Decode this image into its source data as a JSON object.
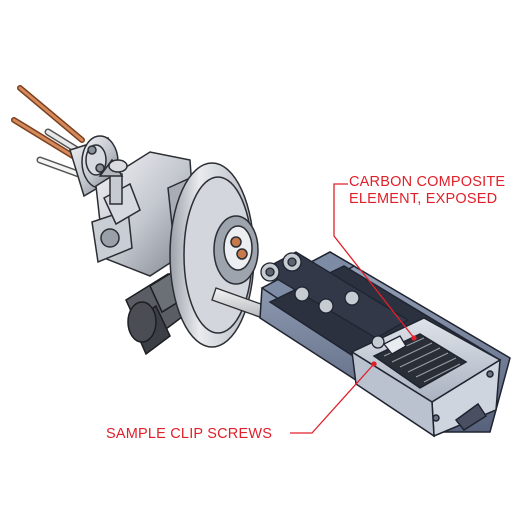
{
  "callouts": {
    "carbon_line1": "CARBON COMPOSITE",
    "carbon_line2": "ELEMENT, EXPOSED",
    "screws": "SAMPLE CLIP SCREWS"
  },
  "colors": {
    "callout": "#e0202a",
    "metal_light": "#e2e5ea",
    "metal_mid": "#b9bec7",
    "metal_dark": "#6d737c",
    "outline": "#2b2e33",
    "base_blue": "#6f7f9c",
    "copper": "#c8784a"
  }
}
